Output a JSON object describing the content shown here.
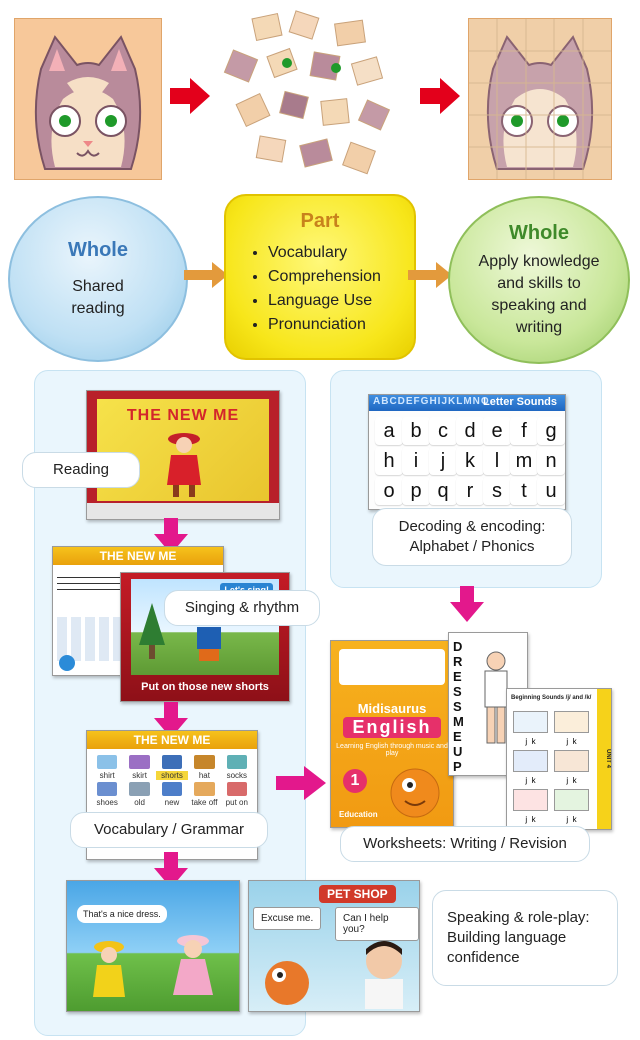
{
  "top_row": {
    "circles": [
      {
        "title": "Whole",
        "text": "Shared reading"
      },
      {
        "title": "Part",
        "items": [
          "Vocabulary",
          "Comprehension",
          "Language Use",
          "Pronunciation"
        ]
      },
      {
        "title": "Whole",
        "text": "Apply knowledge and skills to speaking and writing"
      }
    ],
    "colors": {
      "whole_title": "#3a78b8",
      "part_title": "#c8821c",
      "whole2_title": "#3f8a2a",
      "arrow_red": "#e3001b",
      "arrow_orange": "#e39a3c"
    }
  },
  "left_panel": {
    "reading_label": "Reading",
    "reading_book_title": "THE NEW ME",
    "singing_label": "Singing & rhythm",
    "singing_header": "THE NEW ME",
    "singing_banner": "Let's sing!",
    "singing_caption": "Put on those new shorts",
    "vocab_header": "THE NEW ME",
    "vocab_words_row1": [
      "shirt",
      "skirt",
      "shorts",
      "hat",
      "socks"
    ],
    "vocab_words_row2": [
      "shoes",
      "old",
      "new",
      "take off",
      "put on"
    ],
    "vocab_label": "Vocabulary / Grammar",
    "speaking_bubble1": "That's a nice dress.",
    "petshop_sign": "PET SHOP",
    "petshop_bubble1": "Excuse me.",
    "petshop_bubble2": "Can I help you?",
    "speaking_label": "Speaking & role-play: Building language confidence"
  },
  "right_panel": {
    "alphabet_banner": "ABCDEFGHIJKLMNO",
    "letter_sounds_title": "Letter Sounds",
    "letters": [
      "a",
      "b",
      "c",
      "d",
      "e",
      "f",
      "g",
      "h",
      "i",
      "j",
      "k",
      "l",
      "m",
      "n",
      "o",
      "p",
      "q",
      "r",
      "s",
      "t",
      "u"
    ],
    "decoding_label": "Decoding & encoding: Alphabet / Phonics",
    "book_brand": "Midisaurus",
    "book_title": "English",
    "book_subtitle": "Learning English through music and play",
    "book_number": "1",
    "book_publisher": "Education",
    "dress_me_up": "DRESS ME UP",
    "worksheet_title": "Beginning Sounds /j/ and /k/",
    "worksheet_choices": [
      "j",
      "k",
      "j",
      "k",
      "j",
      "k",
      "j",
      "k",
      "j",
      "k",
      "j",
      "k"
    ],
    "unit_label": "UNIT 4",
    "worksheets_label": "Worksheets: Writing / Revision"
  }
}
